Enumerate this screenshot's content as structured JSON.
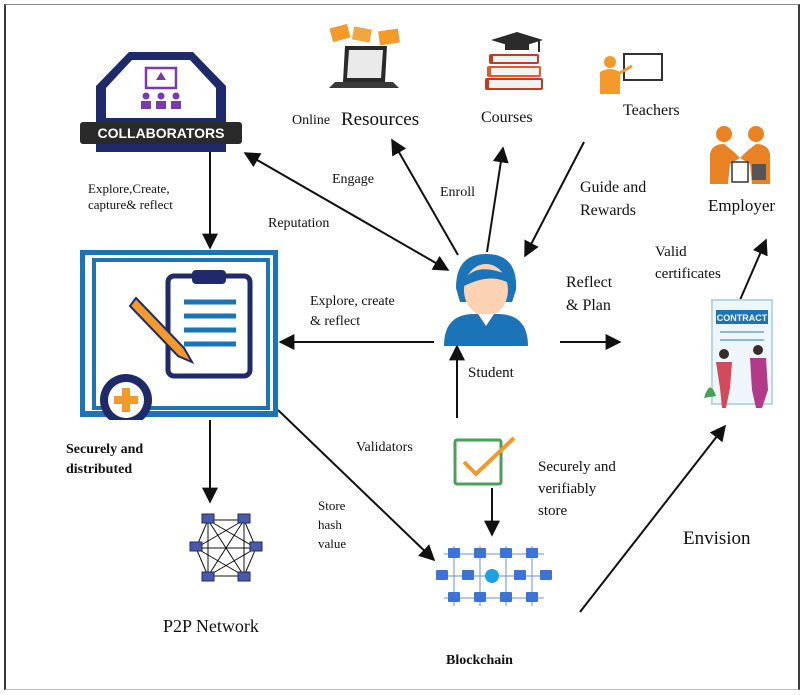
{
  "labels": {
    "online_resources_a": "Online",
    "online_resources_b": "Resources",
    "courses": "Courses",
    "teachers": "Teachers",
    "employer": "Employer",
    "collaborators": "COLLABORATORS",
    "explore_create_capture": "Explore,Create,\ncapture& reflect",
    "engage": "Engage",
    "enroll": "Enroll",
    "guide_rewards": "Guide and\nRewards",
    "reputation": "Reputation",
    "valid_certificates": "Valid\ncertificates",
    "reflect_plan": "Reflect\n& Plan",
    "explore_create_reflect": "Explore, create\n& reflect",
    "student": "Student",
    "contract": "CONTRACT",
    "securely_distributed": "Securely and\ndistributed",
    "validators": "Validators",
    "securely_verifiably": "Securely and\nverifiably\nstore",
    "store_hash": "Store\nhash\nvalue",
    "envision": "Envision",
    "p2p_network": "P2P Network",
    "blockchain": "Blockchain"
  },
  "colors": {
    "navy": "#1f2a6b",
    "blue": "#1b74b8",
    "orange": "#f39a2b",
    "green": "#4aa05a",
    "purple": "#7b3aa8"
  },
  "icons": [
    "laptop-books-icon",
    "books-mortarboard-icon",
    "teacher-board-icon",
    "handshake-icon",
    "collaborators-badge-icon",
    "clipboard-certificate-icon",
    "student-avatar-icon",
    "contract-icon",
    "checkmark-icon",
    "network-icon",
    "blockchain-icon"
  ]
}
